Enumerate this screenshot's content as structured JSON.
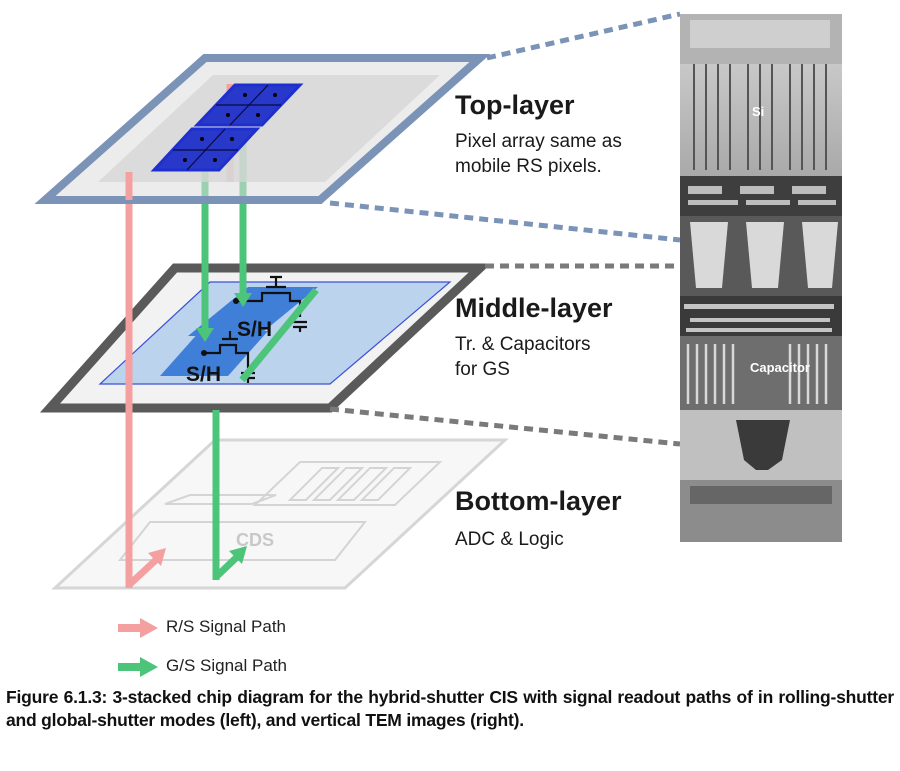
{
  "layers": {
    "top": {
      "title": "Top-layer",
      "desc_line1": "Pixel array same as",
      "desc_line2": "mobile RS pixels."
    },
    "middle": {
      "title": "Middle-layer",
      "desc_line1": "Tr. & Capacitors",
      "desc_line2": "for GS"
    },
    "bottom": {
      "title": "Bottom-layer",
      "desc_line1": "ADC & Logic"
    }
  },
  "chip_labels": {
    "sh_upper": "S/H",
    "sh_lower": "S/H",
    "cds": "CDS"
  },
  "tem_labels": {
    "si": "Si",
    "capacitor": "Capacitor"
  },
  "legend": [
    {
      "label": "R/S Signal Path",
      "color": "#f4a0a0"
    },
    {
      "label": "G/S Signal Path",
      "color": "#4cc47a"
    }
  ],
  "colors": {
    "top_frame": "#7b93b6",
    "middle_frame": "#5a5a5a",
    "rs_path": "#f4a0a0",
    "gs_path": "#4cc47a",
    "pixel_blue": "#1e2fd0",
    "sh_blue": "#3f7fd8"
  },
  "caption": "Figure 6.1.3: 3-stacked chip diagram for the hybrid-shutter CIS with signal readout paths of in rolling-shutter and global-shutter modes (left), and vertical TEM images (right)."
}
